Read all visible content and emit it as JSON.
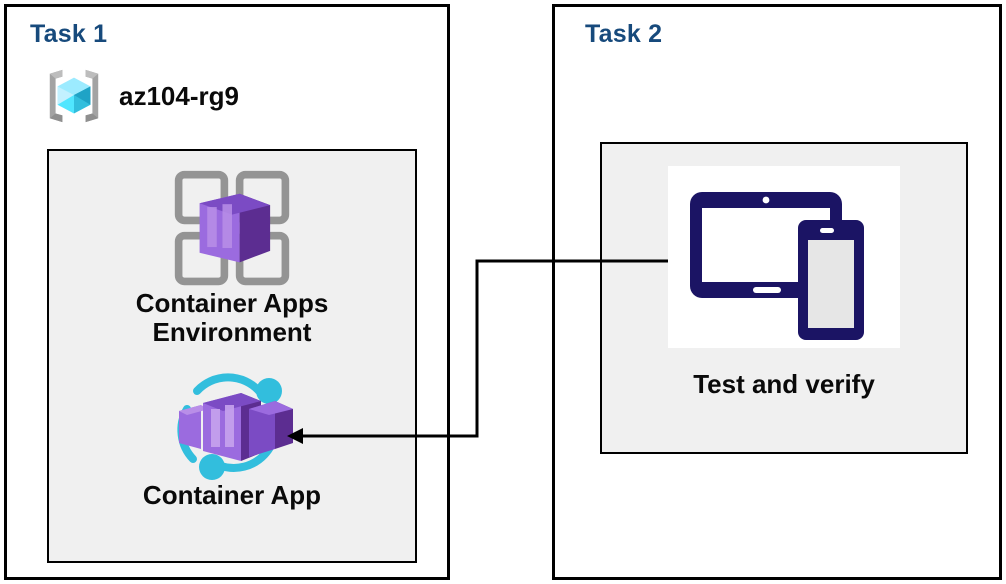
{
  "diagram": {
    "title": "Azure Container Apps lab diagram",
    "background": "#ffffff",
    "colors": {
      "task_label": "#174A7C",
      "frame_border": "#000000",
      "panel_fill": "#f0f0f0",
      "caption_text": "#0a0a0a",
      "azure_purple_dark": "#5C2D91",
      "azure_purple_light": "#9B6BDF",
      "azure_cyan": "#32BEDD",
      "azure_cube_light": "#9CEBFF",
      "bracket_gray": "#A3A3A3",
      "grid_gray": "#949494",
      "device_navy": "#1B1464",
      "phone_screen": "#E6E6E6",
      "connector": "#000000"
    }
  },
  "task1": {
    "label": "Task 1",
    "resource_group": {
      "icon": "azure-resource-group-icon",
      "name": "az104-rg9"
    },
    "items": [
      {
        "icon": "container-apps-environment-icon",
        "caption": "Container Apps\nEnvironment"
      },
      {
        "icon": "container-app-icon",
        "caption": "Container App"
      }
    ]
  },
  "task2": {
    "label": "Task 2",
    "items": [
      {
        "icon": "devices-test-icon",
        "caption": "Test and verify"
      }
    ]
  },
  "connector": {
    "name": "test-to-container-app-arrow",
    "from": "Test and verify",
    "to": "Container App",
    "direction": "right-to-left",
    "style": "orthogonal-arrow"
  }
}
